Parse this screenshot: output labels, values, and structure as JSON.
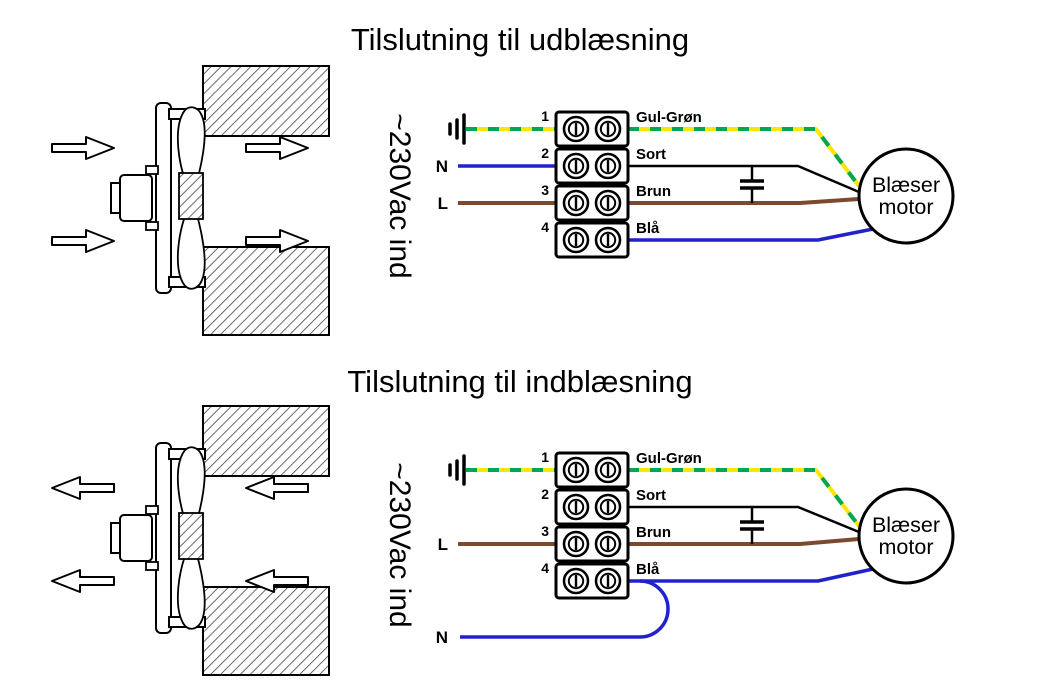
{
  "diagram": {
    "top": {
      "title": "Tilslutning til udblæsning",
      "voltage": "~230Vac ind",
      "terminal_numbers": [
        "1",
        "2",
        "3",
        "4"
      ],
      "wire_labels": [
        "Gul-Grøn",
        "Sort",
        "Brun",
        "Blå"
      ],
      "neutral_label": "N",
      "line_label": "L",
      "motor_line1": "Blæser",
      "motor_line2": "motor",
      "airflow_direction": "right"
    },
    "bottom": {
      "title": "Tilslutning til indblæsning",
      "voltage": "~230Vac ind",
      "terminal_numbers": [
        "1",
        "2",
        "3",
        "4"
      ],
      "wire_labels": [
        "Gul-Grøn",
        "Sort",
        "Brun",
        "Blå"
      ],
      "neutral_label": "N",
      "line_label": "L",
      "motor_line1": "Blæser",
      "motor_line2": "motor",
      "airflow_direction": "left"
    }
  },
  "colors": {
    "green": "#00a651",
    "yellow": "#ffe600",
    "blue": "#2222cc",
    "brown": "#7b4a2e",
    "black": "#000000"
  }
}
